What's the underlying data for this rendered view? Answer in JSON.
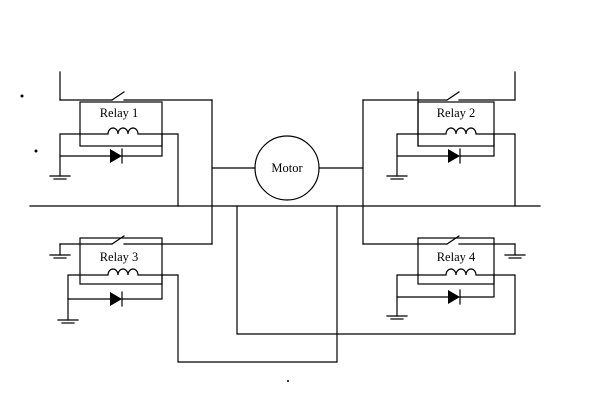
{
  "relays": [
    {
      "id": "relay-1",
      "label": "Relay 1"
    },
    {
      "id": "relay-2",
      "label": "Relay 2"
    },
    {
      "id": "relay-3",
      "label": "Relay 3"
    },
    {
      "id": "relay-4",
      "label": "Relay 4"
    }
  ],
  "motor": {
    "label": "Motor"
  },
  "colors": {
    "line": "#000000",
    "background": "#ffffff"
  }
}
